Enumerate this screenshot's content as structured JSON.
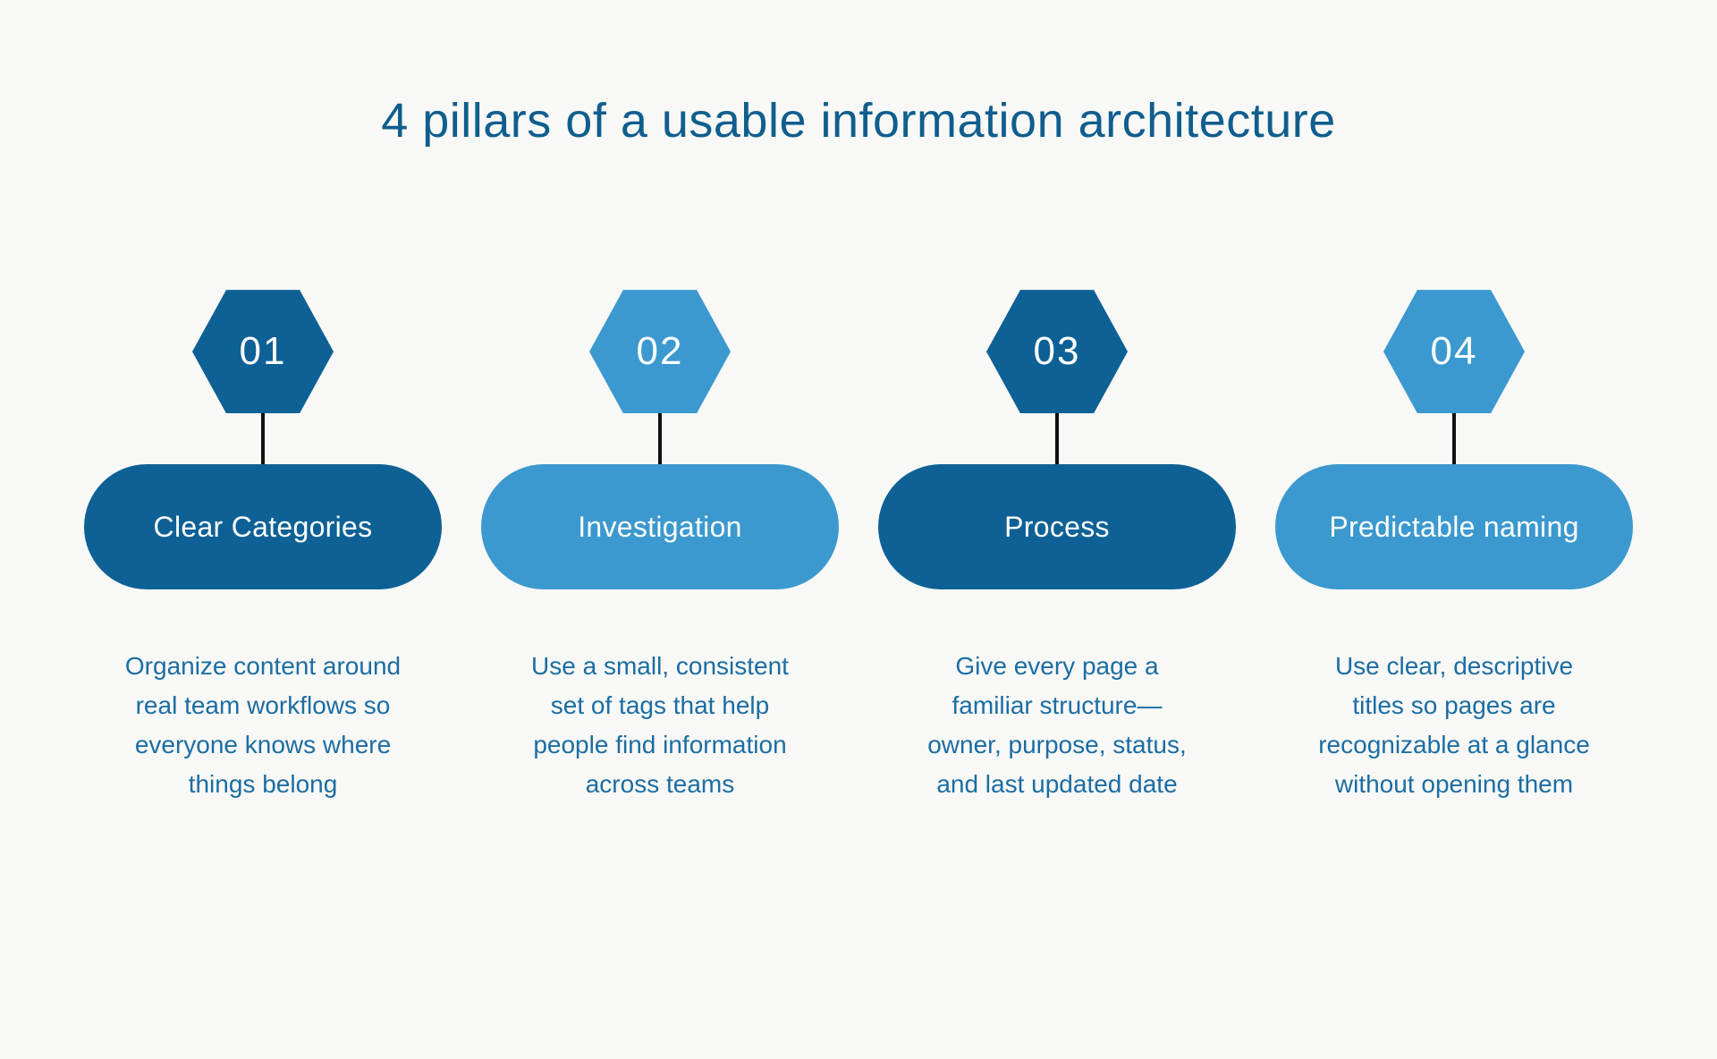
{
  "title": "4 pillars of a usable information architecture",
  "colors": {
    "background": "#f8f8f6",
    "dark_blue": "#0e6195",
    "light_blue": "#3b99cf",
    "title_text": "#0f5e8e",
    "body_text": "#1b6da3",
    "connector_line": "#111111"
  },
  "pillars": [
    {
      "number": "01",
      "tone": "dark",
      "label": "Clear Categories",
      "description": "Organize content around\nreal team workflows so\neveryone knows where\nthings belong"
    },
    {
      "number": "02",
      "tone": "light",
      "label": "Investigation",
      "description": "Use a small, consistent\nset of tags that help\npeople find information\nacross teams"
    },
    {
      "number": "03",
      "tone": "dark",
      "label": "Process",
      "description": "Give every page a\nfamiliar structure—\nowner, purpose, status,\nand last updated date"
    },
    {
      "number": "04",
      "tone": "light",
      "label": "Predictable naming",
      "description": "Use clear, descriptive\ntitles so pages are\nrecognizable at a glance\nwithout opening them"
    }
  ]
}
